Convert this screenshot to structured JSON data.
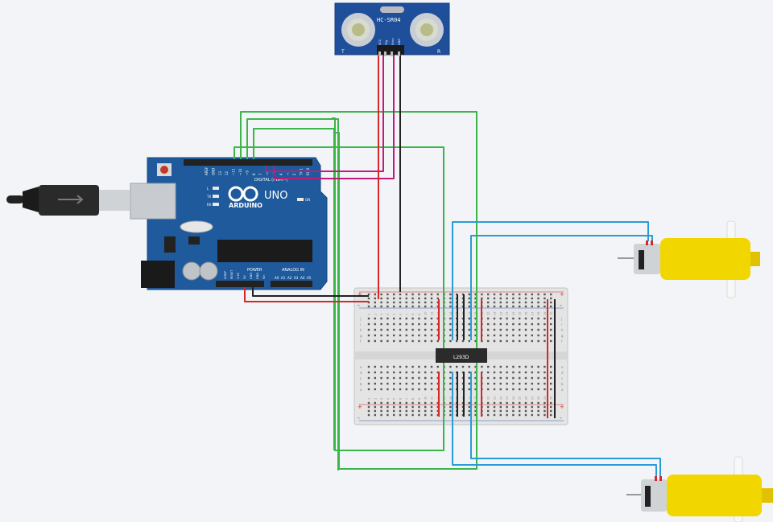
{
  "sensor": {
    "model": "HC-SR04",
    "mark_t": "T",
    "mark_r": "R",
    "pins": [
      "VCC",
      "Trig",
      "Echo",
      "GND"
    ]
  },
  "arduino": {
    "logo": "ARDUINO",
    "model": "UNO",
    "digital_label": "DIGITAL (PWM~)",
    "power_label": "POWER",
    "analog_label": "ANALOG IN",
    "on_label": "ON",
    "led_labels": [
      "L",
      "TX",
      "RX"
    ],
    "top_header": [
      "AREF",
      "GND",
      "13",
      "12",
      "~11",
      "~10",
      "~9",
      "8",
      "7",
      "~6",
      "~5",
      "4",
      "~3",
      "2",
      "TX 1",
      "RX 0"
    ],
    "power_pins": [
      "IOREF",
      "RESET",
      "3.3V",
      "5V",
      "GND",
      "GND",
      "Vin"
    ],
    "analog_pins": [
      "A0",
      "A1",
      "A2",
      "A3",
      "A4",
      "A5"
    ]
  },
  "chip": {
    "label": "L293D"
  },
  "breadboard": {
    "rail_plus": "+",
    "rail_minus": "-",
    "rows_top": [
      "j",
      "i",
      "h",
      "g",
      "f"
    ],
    "rows_bottom": [
      "e",
      "d",
      "c",
      "b",
      "a"
    ],
    "columns": [
      "1",
      "2",
      "3",
      "4",
      "5",
      "6",
      "7",
      "8",
      "9",
      "10",
      "11",
      "12",
      "13",
      "14",
      "15",
      "16",
      "17",
      "18",
      "19",
      "20",
      "21",
      "22",
      "23",
      "24",
      "25",
      "26",
      "27",
      "28",
      "29",
      "30"
    ]
  },
  "colors": {
    "background": "#f2f4f7",
    "board": "#1f5a9c",
    "wire_red": "#d62828",
    "wire_magenta": "#c2197a",
    "wire_black": "#222222",
    "wire_green": "#3cb54a",
    "wire_blue": "#2a9bd6",
    "motor_yellow": "#f2d600"
  }
}
